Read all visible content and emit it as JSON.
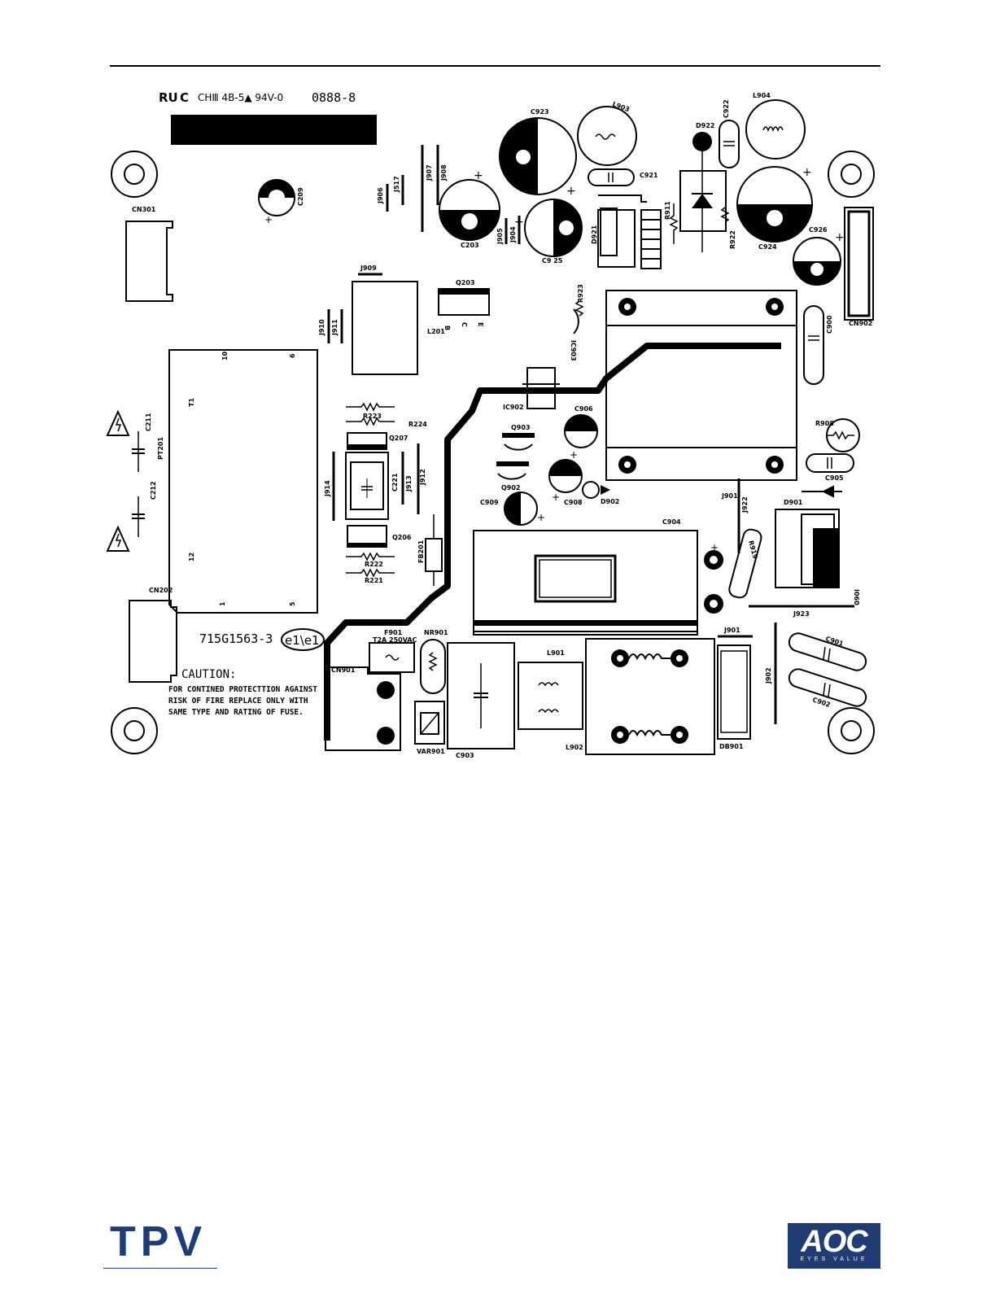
{
  "header": {
    "cert_text": "CHⅢ 4B-5▲ 94V-0",
    "date_code": "0888-8"
  },
  "board": {
    "part_number": "715G1563-3",
    "rev_mark": "e1\\e1",
    "fuse_rating": "T2A 250VAC"
  },
  "caution": {
    "title": "CAUTION:",
    "line1": "FOR CONTINED PROTECTTION AGAINST",
    "line2": "RISK OF FIRE REPLACE ONLY WITH",
    "line3": "SAME TYPE AND RATING OF FUSE."
  },
  "refs": {
    "CN301": "CN301",
    "C209": "C209",
    "J906": "J906",
    "J517": "J517",
    "J907": "J907",
    "J908": "J908",
    "C203": "C203",
    "J905": "J905",
    "J904": "J904",
    "C923": "C923",
    "L903": "L903",
    "C921": "C921",
    "C925": "C9 25",
    "D921": "D921",
    "R911": "R911",
    "D922": "D922",
    "C922": "C922",
    "R922": "R922",
    "L904": "L904",
    "C924": "C924",
    "C926": "C926",
    "CN902": "CN902",
    "J909": "J909",
    "Q203": "Q203",
    "L201": "L201",
    "J910": "J910",
    "J911": "J911",
    "R923": "R923",
    "IC903": "IC903",
    "C900": "C900",
    "T1": "T1",
    "PT201": "PT201",
    "C211": "C211",
    "C212": "C212",
    "R223": "R223",
    "R224": "R224",
    "Q207": "Q207",
    "J914": "J914",
    "C221": "C221",
    "J913": "J913",
    "J912": "J912",
    "IC902": "IC902",
    "Q903": "Q903",
    "C906": "C906",
    "Q902": "Q902",
    "C909": "C909",
    "C908": "C908",
    "D902": "D902",
    "R908": "R908",
    "C905": "C905",
    "J901b": "J901",
    "J922": "J922",
    "D901": "D901",
    "R919": "R919",
    "Q206": "Q206",
    "R222": "R222",
    "R221": "R221",
    "FB201": "FB201",
    "C904": "C904",
    "I060": "I060",
    "J923": "J923",
    "CN202": "CN202",
    "F901": "F901",
    "NR901": "NR901",
    "CN901": "CN901",
    "VAR901": "VAR901",
    "C903": "C903",
    "L901": "L901",
    "L902": "L902",
    "J901": "J901",
    "DB901": "DB901",
    "J902": "J902",
    "C901": "C901",
    "C902": "C902"
  },
  "footer": {
    "left_logo": "TPV",
    "right_logo": "AOC",
    "right_tagline": "EYES VALUE"
  },
  "colors": {
    "ink": "#000000",
    "tpv_blue": "#1c3d7a",
    "aoc_blue": "#1f3d73"
  }
}
